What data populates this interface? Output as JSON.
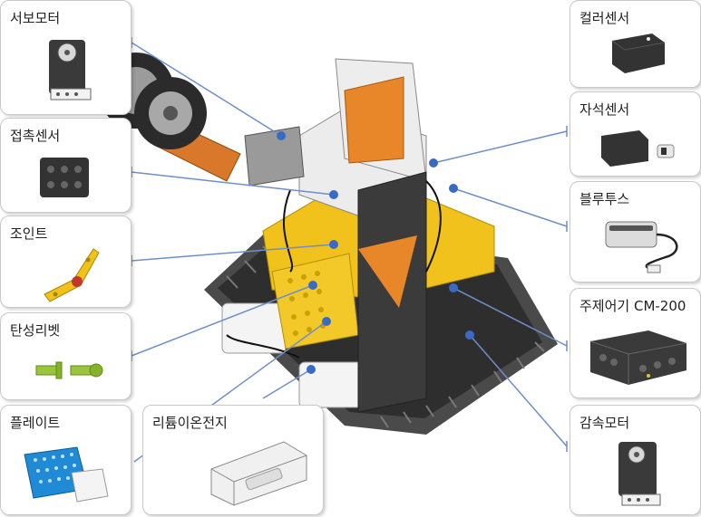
{
  "parts_left": [
    {
      "id": "servo",
      "label": "서보모터",
      "icon": "servo-motor-icon"
    },
    {
      "id": "touch",
      "label": "접촉센서",
      "icon": "touch-sensor-icon"
    },
    {
      "id": "joint",
      "label": "조인트",
      "icon": "joint-icon"
    },
    {
      "id": "rivet",
      "label": "탄성리벳",
      "icon": "rivet-icon"
    },
    {
      "id": "plate",
      "label": "플레이트",
      "icon": "plate-icon"
    }
  ],
  "battery": {
    "label": "리튬이온전지",
    "icon": "battery-icon"
  },
  "parts_right": [
    {
      "id": "color",
      "label": "컬러센서",
      "icon": "color-sensor-icon"
    },
    {
      "id": "magnetic",
      "label": "자석센서",
      "icon": "magnetic-sensor-icon"
    },
    {
      "id": "bluetooth",
      "label": "블루투스",
      "icon": "bluetooth-module-icon"
    },
    {
      "id": "controller",
      "label": "주제어기 CM-200",
      "icon": "controller-icon"
    },
    {
      "id": "gearmotor",
      "label": "감속모터",
      "icon": "geared-motor-icon"
    }
  ],
  "colors": {
    "leader": "#6f8fc8",
    "dot": "#3a6bc4",
    "orange": "#e8862a",
    "yellow": "#f1c21b",
    "dark": "#3b3b3b",
    "light": "#e2e2e2",
    "blue": "#1f8bd6"
  }
}
